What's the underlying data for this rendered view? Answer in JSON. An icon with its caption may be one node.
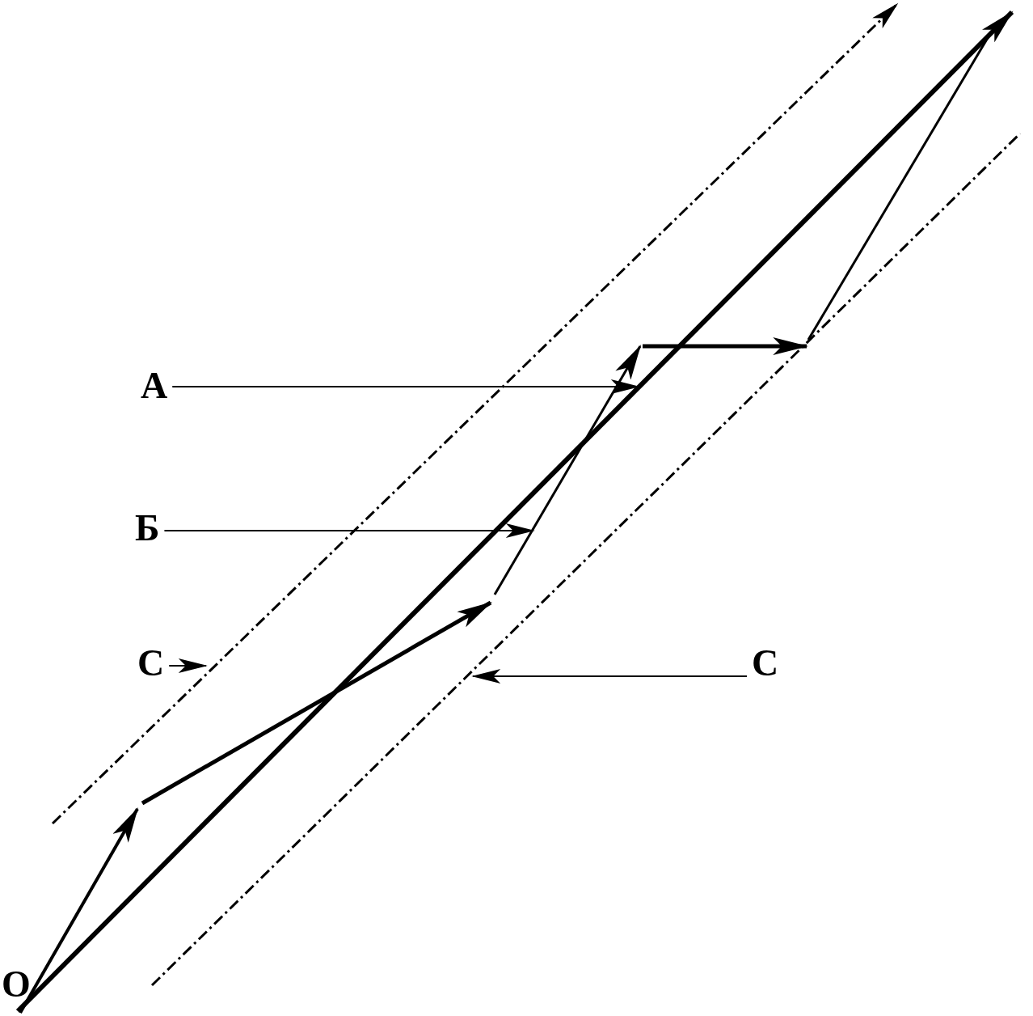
{
  "diagram": {
    "nodes": [
      {
        "text": [
          "А"
        ]
      },
      {
        "text": [
          "Б"
        ]
      },
      {
        "text": [
          "С"
        ]
      },
      {
        "text": [
          "С"
        ]
      }
    ],
    "edges": [
      {
        "from": 0,
        "to": null,
        "arrow": "to"
      },
      {
        "from": 1,
        "to": null,
        "arrow": "to"
      },
      {
        "from": 2,
        "to": null,
        "arrow": "to"
      },
      {
        "from": 3,
        "to": null,
        "arrow": "to"
      }
    ],
    "labels": [
      "О"
    ]
  }
}
